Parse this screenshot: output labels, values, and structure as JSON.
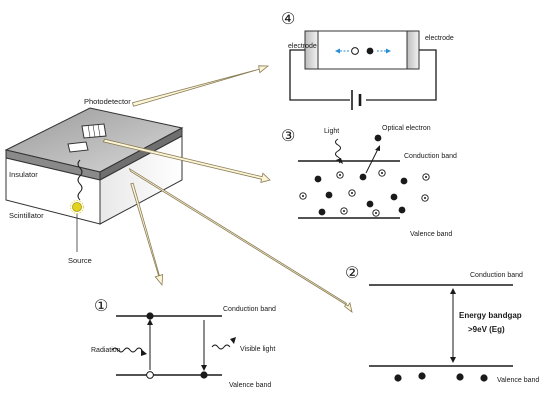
{
  "labels": {
    "photodetector": "Photodetector",
    "insulator": "Insulator",
    "scintillator": "Scintillator",
    "source": "Source"
  },
  "panel1": {
    "number": "①",
    "conduction": "Conduction band",
    "valence": "Valence band",
    "radiation": "Radiation",
    "visible": "Visible light"
  },
  "panel2": {
    "number": "②",
    "conduction": "Conduction band",
    "valence": "Valence band",
    "gap_title": "Energy bandgap",
    "gap_value": ">9eV (Eg)"
  },
  "panel3": {
    "number": "③",
    "light": "Light",
    "optical_electron": "Optical electron",
    "conduction": "Conduction band",
    "valence": "Valence band"
  },
  "panel4": {
    "number": "④",
    "electrode_left": "electrode",
    "electrode_right": "electrode"
  },
  "colors": {
    "line": "#1a1a1a",
    "block_top": "#c9c9c9",
    "block_front_dark": "#8a8a8a",
    "arrow_fill": "#fdf5d8",
    "arrow_stroke": "#8a7d55",
    "source_glow": "#e3d21e",
    "field_arrow": "#2a8fd4"
  }
}
